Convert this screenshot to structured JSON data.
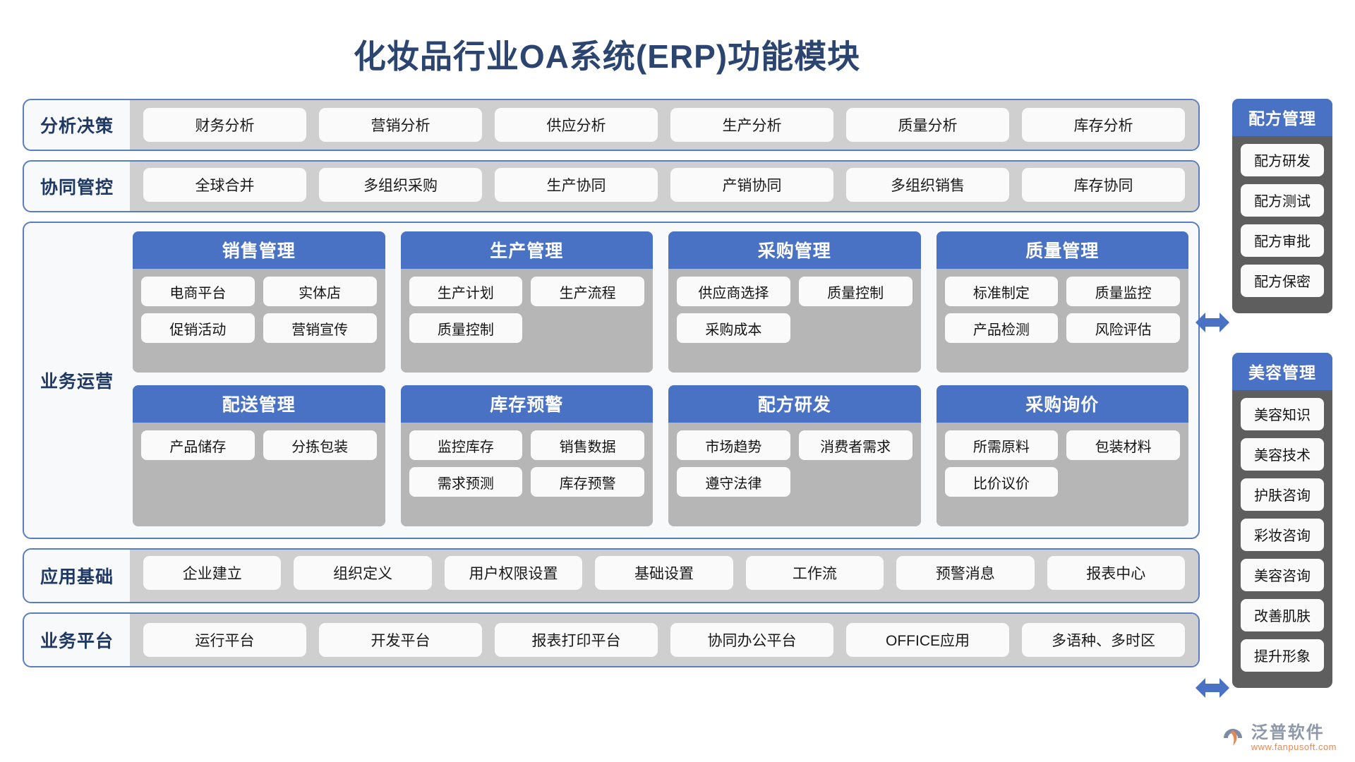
{
  "title": "化妆品行业OA系统(ERP)功能模块",
  "bands": [
    {
      "label": "分析决策",
      "items": [
        "财务分析",
        "营销分析",
        "供应分析",
        "生产分析",
        "质量分析",
        "库存分析"
      ]
    },
    {
      "label": "协同管控",
      "items": [
        "全球合并",
        "多组织采购",
        "生产协同",
        "产销协同",
        "多组织销售",
        "库存协同"
      ]
    }
  ],
  "operations": {
    "label": "业务运营",
    "cards": [
      {
        "title": "销售管理",
        "items": [
          "电商平台",
          "实体店",
          "促销活动",
          "营销宣传"
        ]
      },
      {
        "title": "生产管理",
        "items": [
          "生产计划",
          "生产流程",
          "质量控制"
        ]
      },
      {
        "title": "采购管理",
        "items": [
          "供应商选择",
          "质量控制",
          "采购成本"
        ]
      },
      {
        "title": "质量管理",
        "items": [
          "标准制定",
          "质量监控",
          "产品检测",
          "风险评估"
        ]
      },
      {
        "title": "配送管理",
        "items": [
          "产品储存",
          "分拣包装"
        ]
      },
      {
        "title": "库存预警",
        "items": [
          "监控库存",
          "销售数据",
          "需求预测",
          "库存预警"
        ]
      },
      {
        "title": "配方研发",
        "items": [
          "市场趋势",
          "消费者需求",
          "遵守法律"
        ]
      },
      {
        "title": "采购询价",
        "items": [
          "所需原料",
          "包装材料",
          "比价议价"
        ]
      }
    ]
  },
  "bottom_bands": [
    {
      "label": "应用基础",
      "items": [
        "企业建立",
        "组织定义",
        "用户权限设置",
        "基础设置",
        "工作流",
        "预警消息",
        "报表中心"
      ]
    },
    {
      "label": "业务平台",
      "items": [
        "运行平台",
        "开发平台",
        "报表打印平台",
        "协同办公平台",
        "OFFICE应用",
        "多语种、多时区"
      ]
    }
  ],
  "side_panels": [
    {
      "title": "配方管理",
      "items": [
        "配方研发",
        "配方测试",
        "配方审批",
        "配方保密"
      ]
    },
    {
      "title": "美容管理",
      "items": [
        "美容知识",
        "美容技术",
        "护肤咨询",
        "彩妆咨询",
        "美容咨询",
        "改善肌肤",
        "提升形象"
      ]
    }
  ],
  "watermark": {
    "text": "泛普软件"
  },
  "logo": {
    "name": "泛普软件",
    "url": "www.fanpusoft.com"
  },
  "colors": {
    "title": "#2b4570",
    "band_border": "#5b7dc0",
    "band_strip": "#cfcfcf",
    "card_header": "#4a72c4",
    "card_body": "#b6b6b6",
    "side_panel": "#5e5e5e",
    "chip": "#fafafa",
    "arrow": "#4a72c4"
  }
}
